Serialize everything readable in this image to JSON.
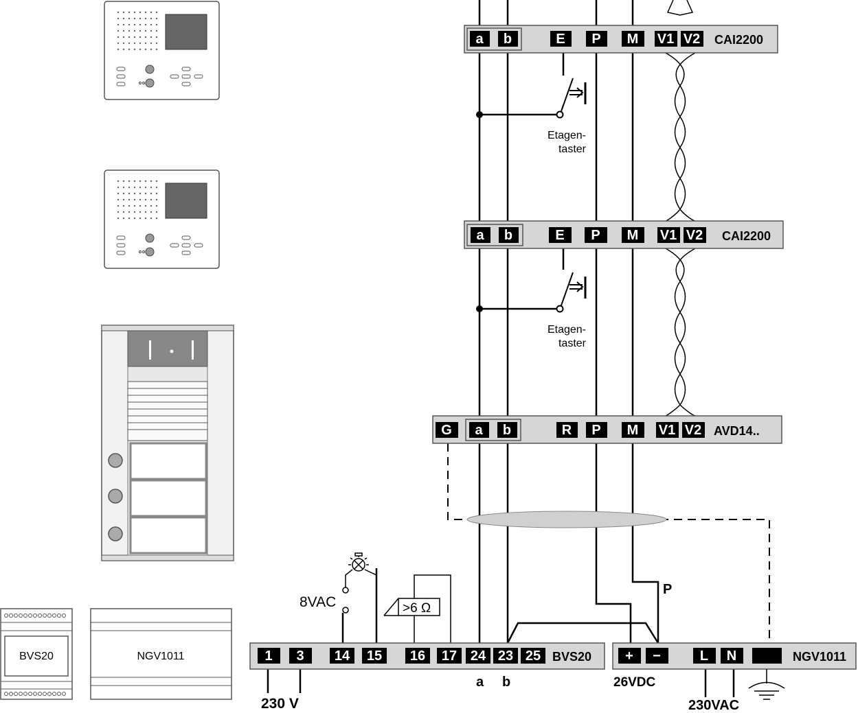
{
  "devices": {
    "cai_top": {
      "name": "CAI2200",
      "terminals": [
        "a",
        "b",
        "E",
        "P",
        "M",
        "V1",
        "V2"
      ]
    },
    "cai_mid": {
      "name": "CAI2200",
      "terminals": [
        "a",
        "b",
        "E",
        "P",
        "M",
        "V1",
        "V2"
      ]
    },
    "avd": {
      "name": "AVD14..",
      "terminals": [
        "G",
        "a",
        "b",
        "R",
        "P",
        "M",
        "V1",
        "V2"
      ]
    },
    "bvs": {
      "name": "BVS20",
      "terminals": [
        "1",
        "3",
        "14",
        "15",
        "16",
        "17",
        "24",
        "23",
        "25"
      ]
    },
    "ngv": {
      "name": "NGV1011",
      "terminals": [
        "+",
        "−",
        "L",
        "N",
        ""
      ]
    }
  },
  "labels": {
    "etagen_line1": "Etagen-",
    "etagen_line2": "taster",
    "vac8": "8VAC",
    "resistance": ">6 Ω",
    "p_label": "P",
    "a_label": "a",
    "b_label": "b",
    "v230": "230 V",
    "vdc26": "26VDC",
    "vac230": "230VAC"
  },
  "modules": {
    "bvs_box": "BVS20",
    "ngv_box": "NGV1011"
  }
}
